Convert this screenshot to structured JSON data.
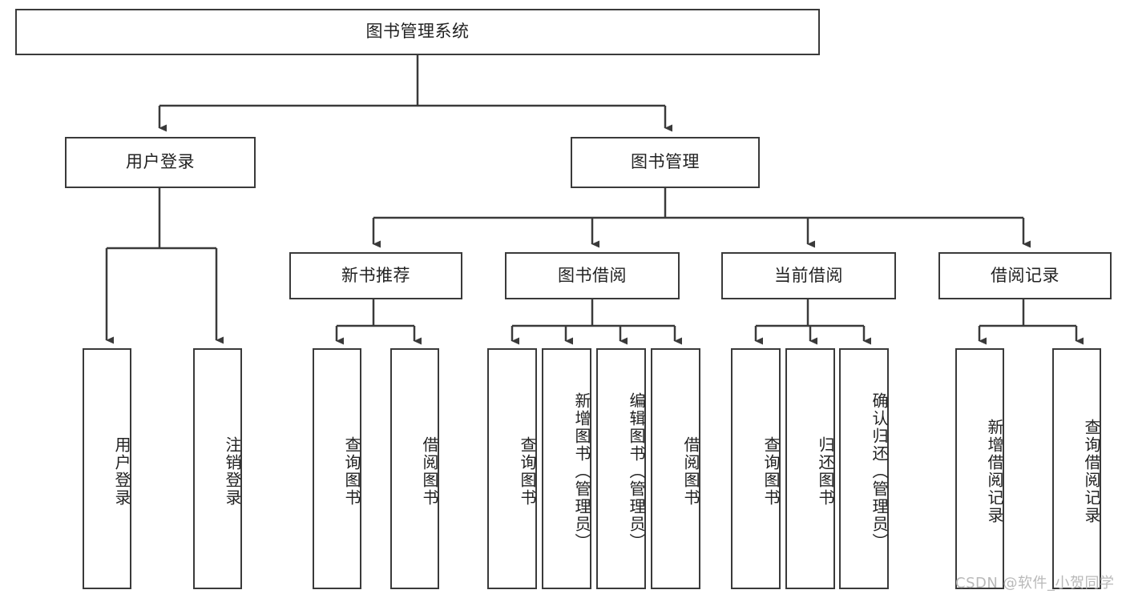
{
  "diagram": {
    "type": "tree-hierarchy",
    "title": "图书管理系统",
    "root": {
      "label": "图书管理系统"
    },
    "level1": [
      {
        "id": "user-login",
        "label": "用户登录"
      },
      {
        "id": "book-management",
        "label": "图书管理"
      }
    ],
    "level2": [
      {
        "id": "new-book-recommend",
        "label": "新书推荐",
        "parent": "book-management"
      },
      {
        "id": "book-borrow",
        "label": "图书借阅",
        "parent": "book-management"
      },
      {
        "id": "current-borrow",
        "label": "当前借阅",
        "parent": "book-management"
      },
      {
        "id": "borrow-record",
        "label": "借阅记录",
        "parent": "book-management"
      }
    ],
    "leaves": {
      "user-login": [
        {
          "id": "leaf-user-login",
          "label": "用户登录"
        },
        {
          "id": "leaf-user-logout",
          "label": "注销登录"
        }
      ],
      "new-book-recommend": [
        {
          "id": "leaf-query-book-1",
          "label": "查询图书"
        },
        {
          "id": "leaf-borrow-book-1",
          "label": "借阅图书"
        }
      ],
      "book-borrow": [
        {
          "id": "leaf-query-book-2",
          "label": "查询图书"
        },
        {
          "id": "leaf-add-book",
          "label": "新增图书（管理员）"
        },
        {
          "id": "leaf-edit-book",
          "label": "编辑图书（管理员）"
        },
        {
          "id": "leaf-borrow-book-2",
          "label": "借阅图书"
        }
      ],
      "current-borrow": [
        {
          "id": "leaf-query-book-3",
          "label": "查询图书"
        },
        {
          "id": "leaf-return-book",
          "label": "归还图书"
        },
        {
          "id": "leaf-confirm-return",
          "label": "确认归还（管理员）"
        }
      ],
      "borrow-record": [
        {
          "id": "leaf-add-record",
          "label": "新增借阅记录"
        },
        {
          "id": "leaf-query-record",
          "label": "查询借阅记录"
        }
      ]
    },
    "colors": {
      "border": "#3a3a3a",
      "text": "#222222",
      "background": "#ffffff",
      "watermark": "#b9b9b9"
    }
  },
  "watermark": {
    "text": "CSDN @软件_小贺同学"
  }
}
